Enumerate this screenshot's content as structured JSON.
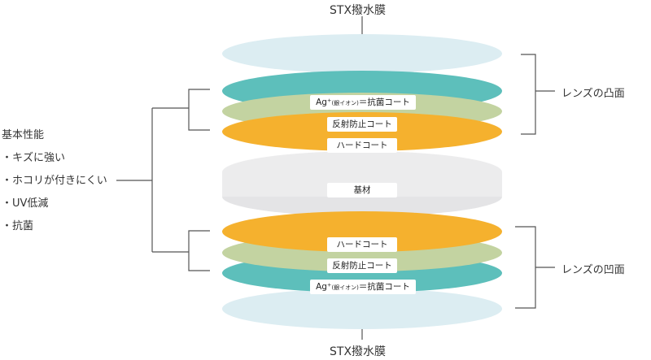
{
  "top_film": "STX撥水膜",
  "bottom_film": "STX撥水膜",
  "convex_label": "レンズの凸面",
  "concave_label": "レンズの凹面",
  "features": {
    "title": "基本性能",
    "items": [
      "・キズに強い",
      "・ホコリが付きにくい",
      "・UV低減",
      "・抗菌"
    ]
  },
  "layers": {
    "antibacterial_main": "Ag⁺",
    "antibacterial_sub": "(銀イオン)",
    "antibacterial_rest": "＝抗菌コート",
    "antireflection": "反射防止コート",
    "hard": "ハードコート",
    "base": "基材"
  },
  "colors": {
    "stx": "#dcedf2",
    "teal": "#5dbfbb",
    "green": "#c3d3a1",
    "orange": "#f5b12e",
    "base": "#ececed",
    "line": "#555555"
  }
}
